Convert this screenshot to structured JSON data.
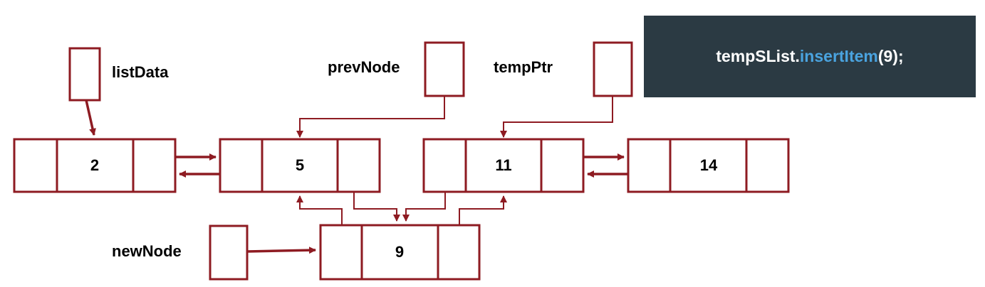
{
  "pointers": {
    "listData": "listData",
    "prevNode": "prevNode",
    "tempPtr": "tempPtr",
    "newNode": "newNode"
  },
  "nodes": {
    "n2": "2",
    "n5": "5",
    "n11": "11",
    "n14": "14",
    "n9": "9"
  },
  "code": {
    "object": "tempSList",
    "dot": ".",
    "method": "insertItem",
    "args": "(9);"
  },
  "colors": {
    "wire": "#8e1b22",
    "panel_bg": "#2b3a43",
    "method": "#4aa3df"
  }
}
